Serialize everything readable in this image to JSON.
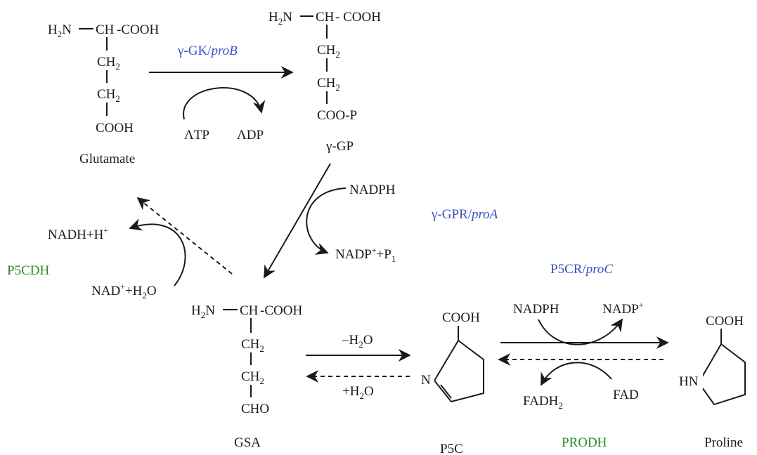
{
  "glutamate": {
    "amine": "H",
    "amine_sub": "2",
    "amine_n": "N",
    "ch": "CH",
    "cooh": "-COOH",
    "ch2_1": "CH",
    "ch2_1_sub": "2",
    "ch2_2": "CH",
    "ch2_2_sub": "2",
    "bottom": "COOH",
    "name": "Glutamate"
  },
  "ggp": {
    "amine": "H",
    "amine_sub": "2",
    "amine_n": "N",
    "ch": "CH",
    "cooh": "- COOH",
    "ch2_1": "CH",
    "ch2_1_sub": "2",
    "ch2_2": "CH",
    "ch2_2_sub": "2",
    "bottom": "COO-P",
    "name_gamma": "γ",
    "name_rest": "-GP"
  },
  "gsa": {
    "amine": "H",
    "amine_sub": "2",
    "amine_n": "N",
    "ch": "CH",
    "cooh": "-COOH",
    "ch2_1": "CH",
    "ch2_1_sub": "2",
    "ch2_2": "CH",
    "ch2_2_sub": "2",
    "bottom": "CHO",
    "name": "GSA"
  },
  "p5c": {
    "cooh": "COOH",
    "n": "N",
    "name": "P5C"
  },
  "proline": {
    "cooh": "COOH",
    "hn": "HN",
    "name": "Proline"
  },
  "enzymes": {
    "ggk_gamma": "γ",
    "ggk_rest": "-GK/",
    "ggk_gene": "proB",
    "ggpr_gamma": "γ",
    "ggpr_rest": "-GPR/",
    "ggpr_gene": "proA",
    "p5cr": "P5CR/",
    "p5cr_gene": "proC",
    "p5cdh": "P5CDH",
    "prodh": "PRODH"
  },
  "cofactors": {
    "atp": "ΛTP",
    "adp": "ΛDP",
    "nadph_1": "NADPH",
    "nadp_p1_a": "NADP",
    "nadp_p1_sup": "+",
    "nadp_p1_b": "+P",
    "nadp_p1_sub": "1",
    "nadh_a": "NADH+H",
    "nadh_sup": "+",
    "nad_a": "NAD",
    "nad_sup": "+",
    "nad_b": "+H",
    "nad_sub": "2",
    "nad_c": "O",
    "minus_h2o_a": "–H",
    "minus_h2o_sub": "2",
    "minus_h2o_b": "O",
    "plus_h2o_a": "+H",
    "plus_h2o_sub": "2",
    "plus_h2o_b": "O",
    "nadph_2": "NADPH",
    "nadp_a": "NADP",
    "nadp_sup": "+",
    "fadh2_a": "FADH",
    "fadh2_sub": "2",
    "fad": "FAD"
  }
}
